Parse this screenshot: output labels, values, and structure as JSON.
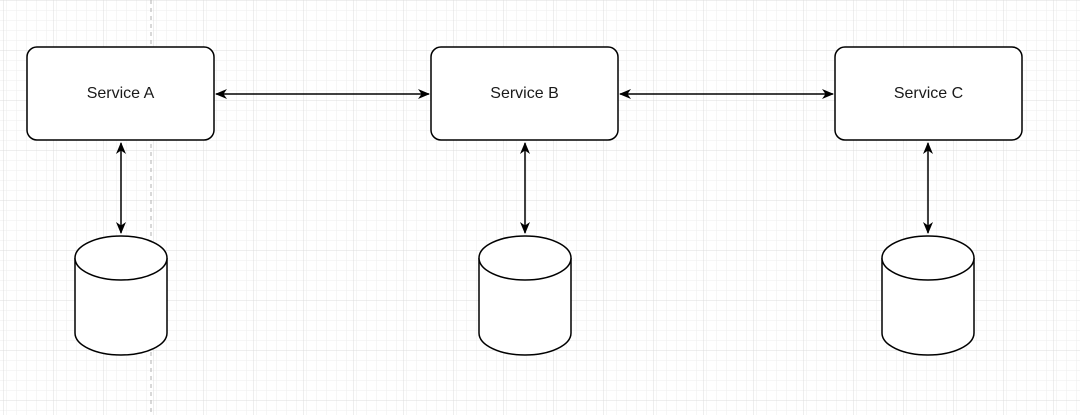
{
  "diagram": {
    "services": [
      {
        "id": "a",
        "label": "Service A"
      },
      {
        "id": "b",
        "label": "Service B"
      },
      {
        "id": "c",
        "label": "Service C"
      }
    ],
    "databases": [
      {
        "service": "a"
      },
      {
        "service": "b"
      },
      {
        "service": "c"
      }
    ],
    "connections": [
      {
        "from": "a",
        "to": "b",
        "bidirectional": true
      },
      {
        "from": "b",
        "to": "c",
        "bidirectional": true
      },
      {
        "from": "a",
        "to": "database-a",
        "bidirectional": true
      },
      {
        "from": "b",
        "to": "database-b",
        "bidirectional": true
      },
      {
        "from": "c",
        "to": "database-c",
        "bidirectional": true
      }
    ]
  },
  "colors": {
    "background": "#ffffff",
    "grid_minor": "#eeeeee",
    "grid_major": "#dddddd",
    "guide_line": "#b0b0b0",
    "stroke": "#000000",
    "fill": "#ffffff"
  }
}
